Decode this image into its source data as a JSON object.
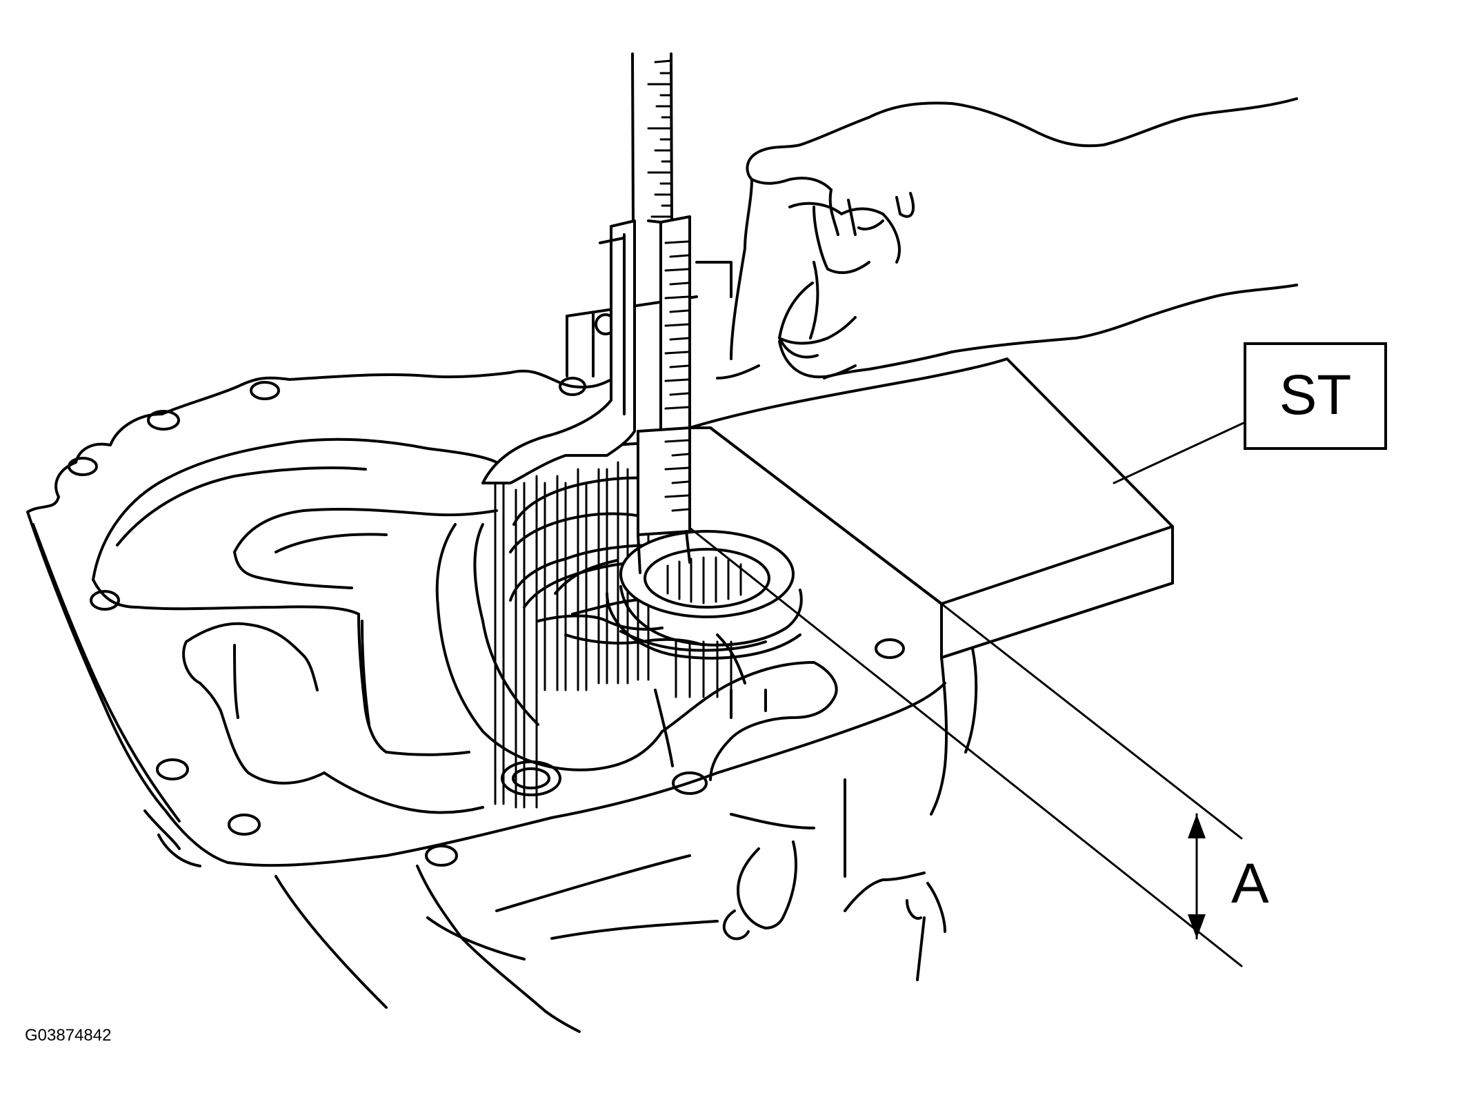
{
  "figure": {
    "callouts": {
      "st": "ST",
      "a": "A"
    },
    "figure_code": "G03874842"
  }
}
